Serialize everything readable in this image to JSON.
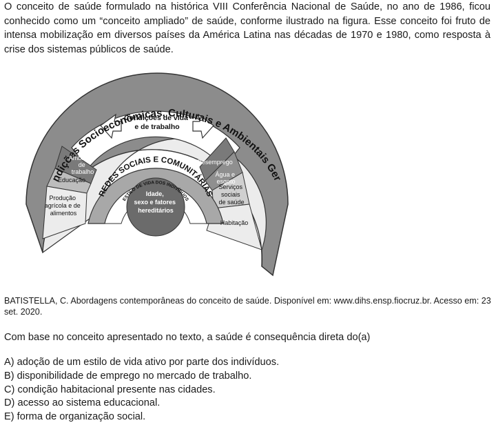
{
  "intro_text": "O conceito de saúde formulado na histórica VIII Conferência Nacional de Saúde, no ano de 1986, ficou conhecido como um “conceito ampliado” de saúde, conforme ilustrado na figura. Esse conceito foi fruto de intensa mobilização em diversos países da América Latina nas décadas de 1970 e 1980, como resposta à crise dos sistemas públicos de saúde.",
  "figure": {
    "outer_ring_label": "Condições Socioeconômicas, Culturais e Ambientais Gerais",
    "living_conditions_label": [
      "Condições de vida",
      "e de trabalho"
    ],
    "social_networks_label": "REDES SOCIAIS E COMUNITÁRIAS",
    "lifestyle_label": "ESTILO DE VIDA DOS INDIVÍDUOS",
    "core_label": [
      "Idade,",
      "sexo e fatores",
      "hereditários"
    ],
    "left_sectors": {
      "work_environment": [
        "Ambiente",
        "de",
        "trabalho"
      ],
      "education": "Educação",
      "agriculture": [
        "Produção",
        "agrícola e de",
        "alimentos"
      ]
    },
    "right_sectors": {
      "unemployment": "Desemprego",
      "water": [
        "Água e",
        "esgoto"
      ],
      "health_services": [
        "Serviços",
        "sociais",
        "de saúde"
      ],
      "housing": "Habitação"
    },
    "colors": {
      "outer_ring": "#8c8c8c",
      "dark_sector": "#7a7a7a",
      "mid_sector": "#bdbdbd",
      "light_sector": "#ececec",
      "core": "#6b6b6b",
      "inner_ring": "#a8a8a8"
    }
  },
  "citation": "BATISTELLA, C. Abordagens contemporâneas do conceito de saúde. Disponível em: www.dihs.ensp.fiocruz.br. Acesso em: 23 set. 2020.",
  "question": "Com base no conceito apresentado no texto, a saúde é consequência direta do(a)",
  "options": [
    "A) adoção de um estilo de vida ativo por parte dos indivíduos.",
    "B) disponibilidade de emprego no mercado de trabalho.",
    "C) condição habitacional presente nas cidades.",
    "D) acesso ao sistema educacional.",
    "E) forma de organização social."
  ]
}
